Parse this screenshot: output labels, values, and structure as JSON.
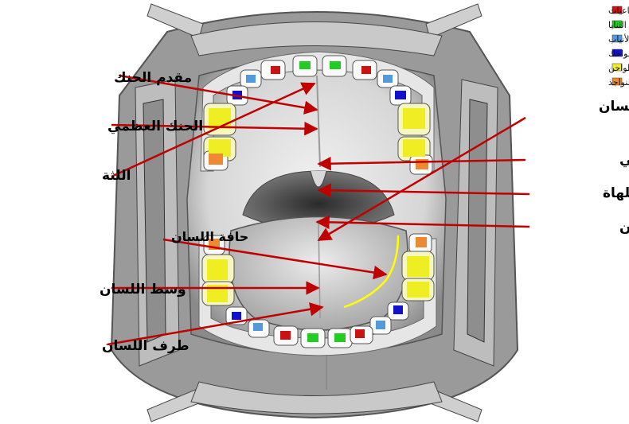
{
  "legend": [
    {
      "label": "الرباعيات",
      "color": "#cc1111"
    },
    {
      "label": "الثنايا",
      "color": "#22cc22"
    },
    {
      "label": "الأنياب",
      "color": "#5599dd"
    },
    {
      "label": "الضواحك",
      "color": "#1111cc"
    },
    {
      "label": "الطواحن",
      "color": "#eeee22"
    },
    {
      "label": "النواجذ",
      "color": "#ee8833"
    }
  ],
  "labels": {
    "anterior_palate": "مقدم الحنك",
    "hard_palate": "الحنك العظمي",
    "gums": "اللثة",
    "back_of_tongue": "أقصى اللسان",
    "soft_palate": "الحنك اللحمي",
    "uvula": "اللهاة",
    "tongue_root": "جدر اللسان",
    "tongue_edge": "حافة اللسان",
    "tongue_middle": "وسط اللسان",
    "tongue_tip": "طرف اللسان"
  },
  "colors": {
    "arrow": "#c00000",
    "edge_line": "#ffff00"
  }
}
